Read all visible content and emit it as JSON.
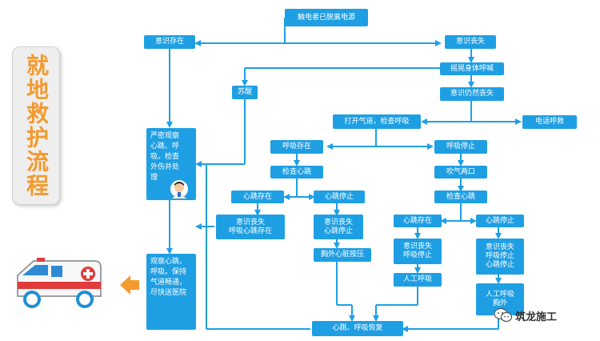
{
  "title": "就地救护流程",
  "colors": {
    "node": "#1f9fe3",
    "line": "#1f9fe3",
    "title": "#f39a2e",
    "arrow": "#f39a2e",
    "ambulance_red": "#e23b3b"
  },
  "nodes": {
    "start": "触电者已脱离电源",
    "conscious": "意识存在",
    "unconscious": "意识丧失",
    "shake": "摇晃身体呼喊",
    "still_unconscious": "意识仍然丧失",
    "revive": "苏醒",
    "open_airway": "打开气道，检查呼吸",
    "call": "电话呼救",
    "observe": "严密观察心跳、呼吸。检查外伤并处理",
    "breath_yes": "呼吸存在",
    "breath_no": "呼吸停止",
    "check_heart_1": "检查心跳",
    "blow": "吹气两口",
    "heart_yes_1": "心跳存在",
    "heart_no_1": "心跳停止",
    "check_heart_2": "检查心跳",
    "state_a": "意识丧失\n呼吸心跳存在",
    "state_b": "意识丧失\n心跳停止",
    "cpr": "胸外心脏按压",
    "heart_yes_2": "心跳存在",
    "heart_no_2": "心跳停止",
    "state_c": "意识丧失\n呼吸停止",
    "state_d": "意识丧失\n呼吸停止\n心跳停止",
    "rescue_breath": "人工呼吸",
    "rescue_breath_cpr": "人工呼吸\n胸外",
    "recover": "心跳、呼吸恢复",
    "hospital": "观察心跳、呼吸。保持气道畅通，尽快送医院"
  },
  "watermark": "筑龙施工"
}
